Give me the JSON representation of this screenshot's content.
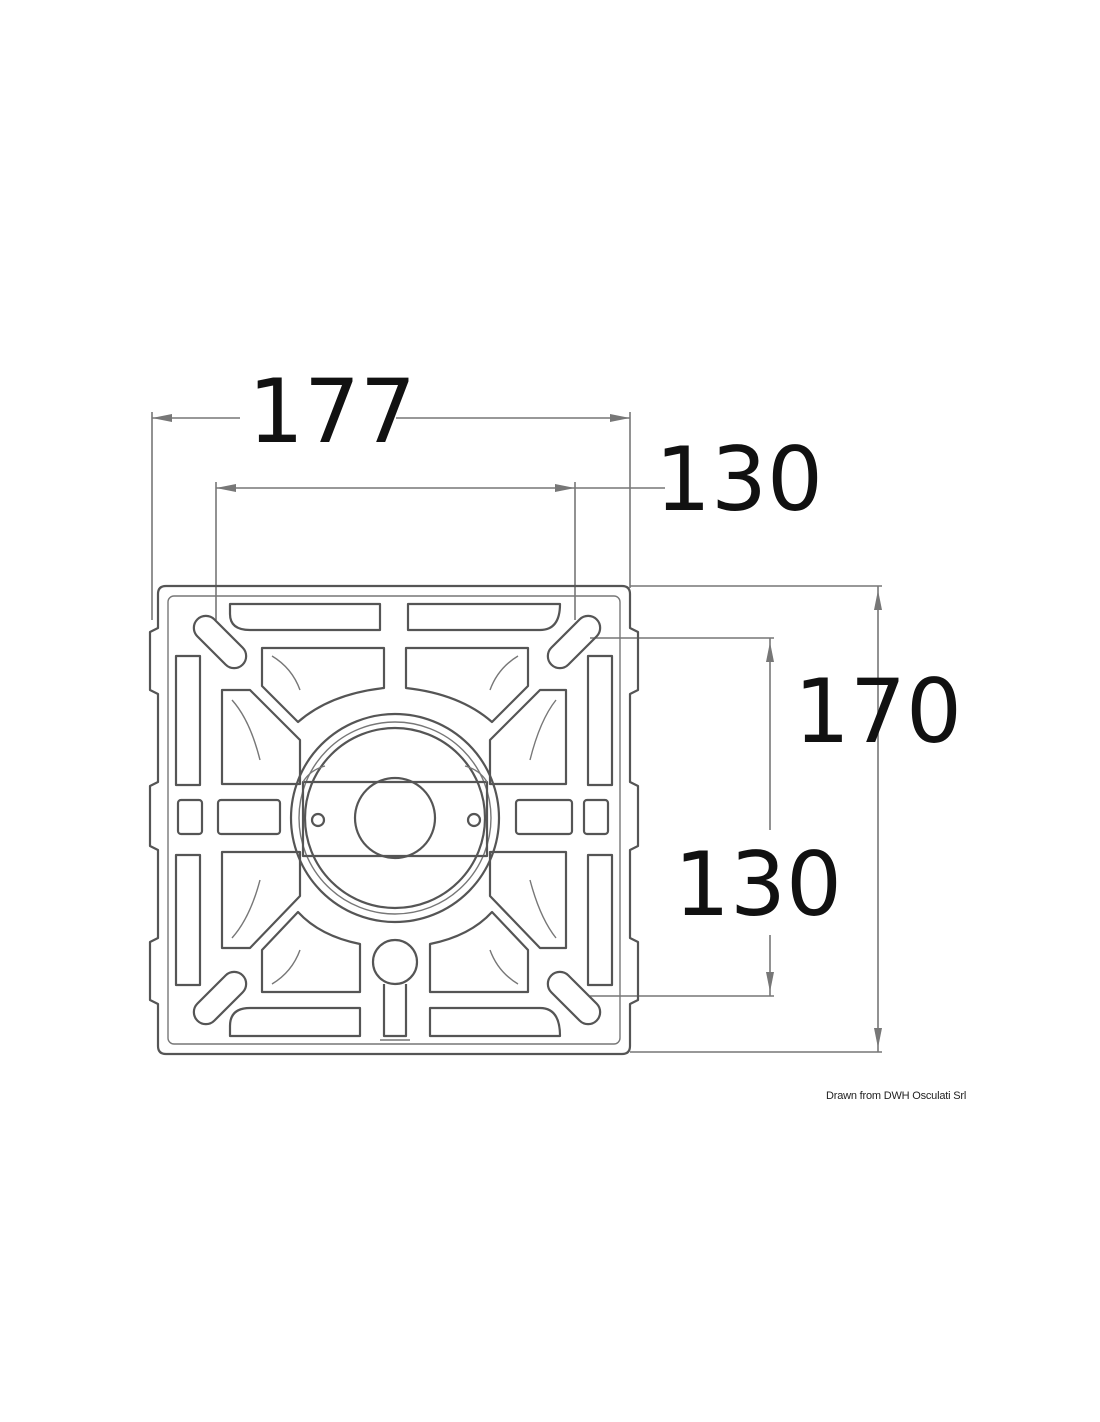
{
  "dimensions": {
    "overall_width": "177",
    "hole_spacing_horizontal": "130",
    "overall_height": "170",
    "hole_spacing_vertical": "130"
  },
  "credit": "Drawn from DWH Osculati Srl",
  "colors": {
    "outline": "#555555",
    "dimension_line": "#777777",
    "text": "#111111"
  }
}
